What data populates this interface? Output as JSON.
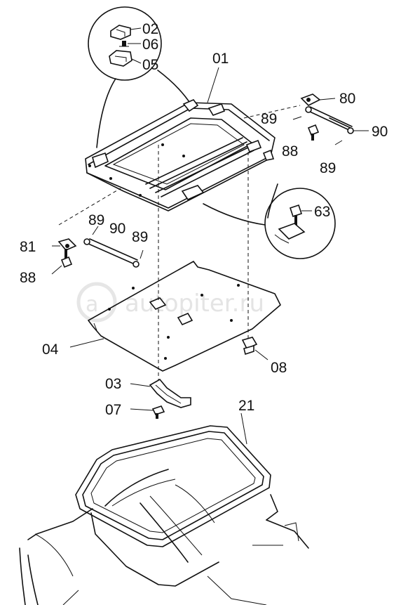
{
  "labels": {
    "p01": "01",
    "p02": "02",
    "p03": "03",
    "p04": "04",
    "p05": "05",
    "p06": "06",
    "p07": "07",
    "p08": "08",
    "p21": "21",
    "p63": "63",
    "p80": "80",
    "p81": "81",
    "p88a": "88",
    "p88b": "88",
    "p89a": "89",
    "p89b": "89",
    "p89c": "89",
    "p89d": "89",
    "p90a": "90",
    "p90b": "90"
  },
  "watermark": "autopiter.ru"
}
